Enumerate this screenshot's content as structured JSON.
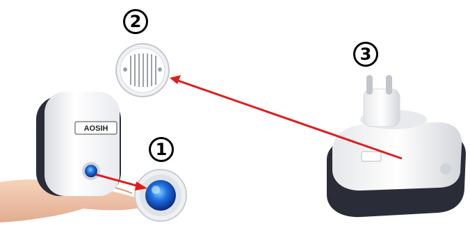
{
  "device_brand": "AOSIH",
  "step_labels": {
    "one": "1",
    "two": "2",
    "three": "3"
  },
  "colors": {
    "arrow": "#e11c1c",
    "led": "#1f6fe0",
    "device_body": "#f4f5f7",
    "device_dark": "#2a2c38"
  }
}
